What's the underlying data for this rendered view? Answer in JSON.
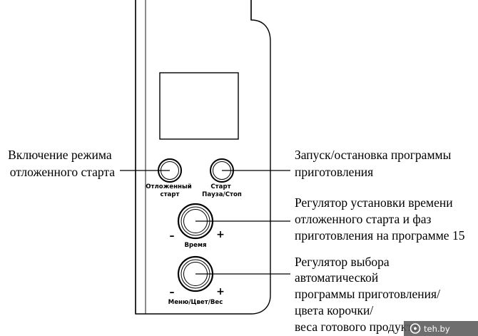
{
  "panel": {
    "delay_button_label": [
      "Отложенный",
      "старт"
    ],
    "start_button_label": [
      "Старт",
      "Пауза/Стоп"
    ],
    "time_knob_label": "Время",
    "menu_knob_label": "Меню/Цвет/Вес",
    "minus_sign": "–",
    "plus_sign": "+"
  },
  "callouts": {
    "delay_start": [
      "Включение режима",
      "отложенного старта"
    ],
    "start_stop": [
      "Запуск/остановка программы",
      "приготовления"
    ],
    "time_knob": [
      "Регулятор установки времени",
      "отложенного старта и фаз",
      "приготовления на программе 15"
    ],
    "menu_knob": [
      "Регулятор выбора",
      "автоматической",
      "программы приготовления/",
      "цвета корочки/",
      "веса готового продукта"
    ]
  },
  "watermark": {
    "text": "teh.by"
  }
}
